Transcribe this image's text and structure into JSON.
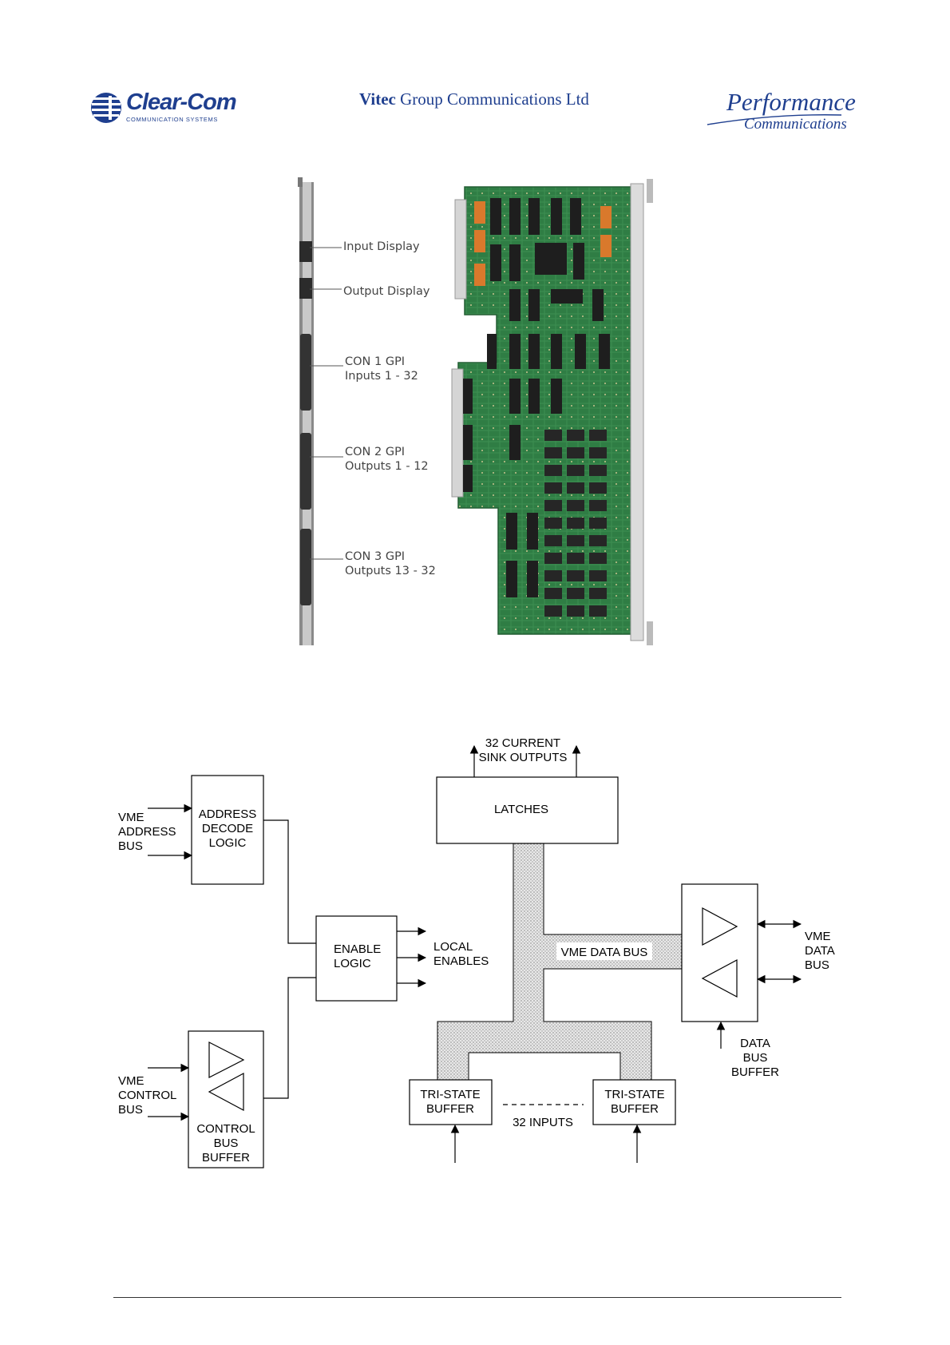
{
  "header": {
    "clearcom_name": "Clear-Com",
    "clearcom_sub": "COMMUNICATION SYSTEMS",
    "vitec_bold": "Vitec",
    "vitec_rest": " Group Communications Ltd",
    "performance_main": "Performance",
    "performance_sub": "Communications"
  },
  "photo": {
    "labels": {
      "input_display": "Input Display",
      "output_display": "Output Display",
      "con1_title": "CON 1 GPI",
      "con1_sub": "Inputs 1 - 32",
      "con2_title": "CON 2 GPI",
      "con2_sub": "Outputs 1 - 12",
      "con3_title": "CON 3 GPI",
      "con3_sub": "Outputs 13 - 32"
    }
  },
  "diagram": {
    "vme_address_bus": [
      "VME",
      "ADDRESS",
      "BUS"
    ],
    "address_decode_logic": [
      "ADDRESS",
      "DECODE",
      "LOGIC"
    ],
    "vme_control_bus": [
      "VME",
      "CONTROL",
      "BUS"
    ],
    "control_bus_buffer": [
      "CONTROL",
      "BUS",
      "BUFFER"
    ],
    "enable_logic": [
      "ENABLE",
      "LOGIC"
    ],
    "local_enables": [
      "LOCAL",
      "ENABLES"
    ],
    "current_outputs": [
      "32 CURRENT",
      "SINK OUTPUTS"
    ],
    "latches": "LATCHES",
    "vme_data_bus_label": "VME DATA BUS",
    "vme_data_bus": [
      "VME",
      "DATA",
      "BUS"
    ],
    "data_bus_buffer": [
      "DATA",
      "BUS",
      "BUFFER"
    ],
    "tri_state_left": [
      "TRI-STATE",
      "BUFFER"
    ],
    "tri_state_right": [
      "TRI-STATE",
      "BUFFER"
    ],
    "inputs_label": "32 INPUTS"
  }
}
